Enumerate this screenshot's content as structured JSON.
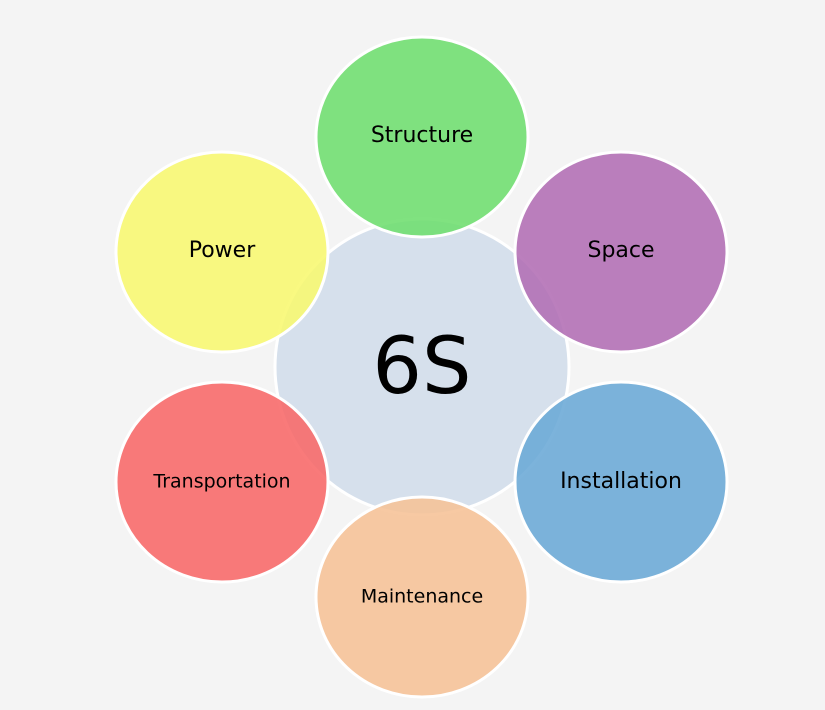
{
  "center": {
    "label": "6S",
    "color": "#d6e0ec"
  },
  "satellites": [
    {
      "label": "Structure",
      "color": "#6ede6e"
    },
    {
      "label": "Space",
      "color": "#b26db4"
    },
    {
      "label": "Installation",
      "color": "#6aa8d6"
    },
    {
      "label": "Maintenance",
      "color": "#f6c296"
    },
    {
      "label": "Transportation",
      "color": "#f86868"
    },
    {
      "label": "Power",
      "color": "#f8f870"
    }
  ]
}
